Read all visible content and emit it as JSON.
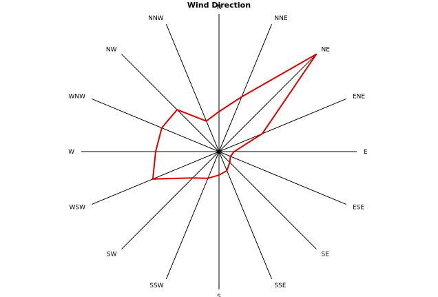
{
  "chart_data": {
    "type": "radar",
    "title": "Wind Direction",
    "directions": [
      "N",
      "NNE",
      "NE",
      "ENE",
      "E",
      "ESE",
      "SE",
      "SSE",
      "S",
      "SSW",
      "SW",
      "WSW",
      "W",
      "WNW",
      "NW",
      "NNW"
    ],
    "values": [
      0.29,
      0.43,
      1.0,
      0.34,
      0.11,
      0.09,
      0.11,
      0.15,
      0.17,
      0.21,
      0.27,
      0.52,
      0.46,
      0.45,
      0.43,
      0.24
    ],
    "range": [
      0,
      1
    ],
    "grid": false,
    "legend": "none",
    "series_color": "#dd0000",
    "axis_color": "#000000"
  }
}
